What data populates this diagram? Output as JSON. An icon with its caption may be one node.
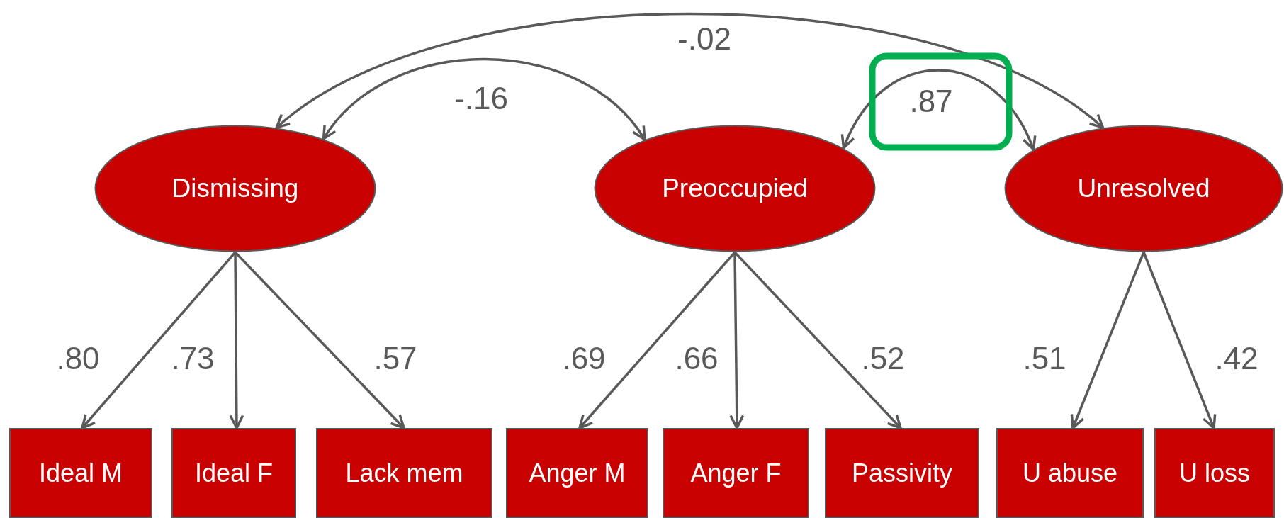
{
  "diagram": {
    "nodes": [
      {
        "text": [
          "Dismissing"
        ]
      },
      {
        "text": [
          "Preoccupied"
        ]
      },
      {
        "text": [
          "Unresolved"
        ]
      },
      {
        "text": [
          "Ideal M"
        ]
      },
      {
        "text": [
          "Ideal F"
        ]
      },
      {
        "text": [
          "Lack mem"
        ]
      },
      {
        "text": [
          "Anger M"
        ]
      },
      {
        "text": [
          "Anger F"
        ]
      },
      {
        "text": [
          "Passivity"
        ]
      },
      {
        "text": [
          "U abuse"
        ]
      },
      {
        "text": [
          "U loss"
        ]
      }
    ],
    "edges": [
      {
        "from": 0,
        "to": 3,
        "arrow": "to",
        "label": ".80"
      },
      {
        "from": 0,
        "to": 4,
        "arrow": "to",
        "label": ".73"
      },
      {
        "from": 0,
        "to": 5,
        "arrow": "to",
        "label": ".57"
      },
      {
        "from": 1,
        "to": 6,
        "arrow": "to",
        "label": ".69"
      },
      {
        "from": 1,
        "to": 7,
        "arrow": "to",
        "label": ".66"
      },
      {
        "from": 1,
        "to": 8,
        "arrow": "to",
        "label": ".52"
      },
      {
        "from": 2,
        "to": 9,
        "arrow": "to",
        "label": ".51"
      },
      {
        "from": 2,
        "to": 10,
        "arrow": "to",
        "label": ".42"
      },
      {
        "from": 0,
        "to": 2,
        "arrow": "both",
        "label": "-.02"
      },
      {
        "from": 0,
        "to": 1,
        "arrow": "both",
        "label": "-.16"
      },
      {
        "from": 1,
        "to": 2,
        "arrow": "both",
        "label": ".87"
      }
    ]
  }
}
